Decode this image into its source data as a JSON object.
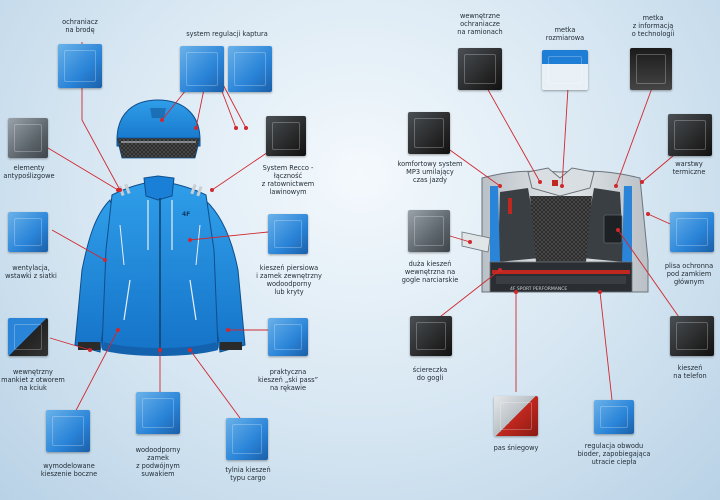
{
  "callouts": [
    {
      "id": "ochraniacz-na-brode",
      "label": "ochraniacz\nna brodę"
    },
    {
      "id": "system-regulacji-kaptura",
      "label": "system regulacji kaptura"
    },
    {
      "id": "elementy-antyposlizgowe",
      "label": "elementy\nantypoślizgowe"
    },
    {
      "id": "system-recco",
      "label": "System Recco -\nłączność\nz ratownictwem\nlawinowym"
    },
    {
      "id": "wentylacja",
      "label": "wentylacja,\nwstawki z siatki"
    },
    {
      "id": "kieszen-piersiowa",
      "label": "kieszeń piersiowa\ni zamek zewnętrzny\nwodoodporny\nlub kryty"
    },
    {
      "id": "wewnetrzny-mankiet",
      "label": "wewnętrzny\nmankiet z otworem\nna kciuk"
    },
    {
      "id": "kieszen-ski-pass",
      "label": "praktyczna\nkieszeń „ski pass”\nna rękawie"
    },
    {
      "id": "wymodelowane-kieszenie",
      "label": "wymodelowane\nkieszenie boczne"
    },
    {
      "id": "wodoodporny-zamek",
      "label": "wodoodporny\nzamek\nz podwójnym\nsuwakiem"
    },
    {
      "id": "tylnia-kieszen",
      "label": "tylnia kieszeń\ntypu cargo"
    },
    {
      "id": "ochraniacze-na-ramionach",
      "label": "wewnętrzne\nochraniacze\nna ramionach"
    },
    {
      "id": "metka-rozmiarowa",
      "label": "metka\nrozmiarowa"
    },
    {
      "id": "metka-technologii",
      "label": "metka\nz informacją\no technologii"
    },
    {
      "id": "system-mp3",
      "label": "komfortowy system\nMP3 umilający\nczas jazdy"
    },
    {
      "id": "warstwy-termiczne",
      "label": "warstwy\ntermiczne"
    },
    {
      "id": "duza-kieszen",
      "label": "duża kieszeń\nwewnętrzna na\ngogle narciarskie"
    },
    {
      "id": "plisa-ochronna",
      "label": "plisa ochronna\npod zamkiem\ngłównym"
    },
    {
      "id": "sciereczka",
      "label": "ściereczka\ndo gogli"
    },
    {
      "id": "kieszen-na-telefon",
      "label": "kieszeń\nna telefon"
    },
    {
      "id": "pas-sniegowy",
      "label": "pas śniegowy"
    },
    {
      "id": "regulacja-obwodu",
      "label": "regulacja obwodu\nbioder, zapobiegająca\nutracie ciepła"
    }
  ],
  "back_inner_text": "4F SPORT PERFORMANCE",
  "logo_text": "4F",
  "colors": {
    "jacket_blue": "#1e8ee0",
    "jacket_dark": "#1564b4",
    "leader_red": "#d0282f",
    "lining_grey": "#cdd3d8",
    "mesh": "#2b2b2b"
  }
}
